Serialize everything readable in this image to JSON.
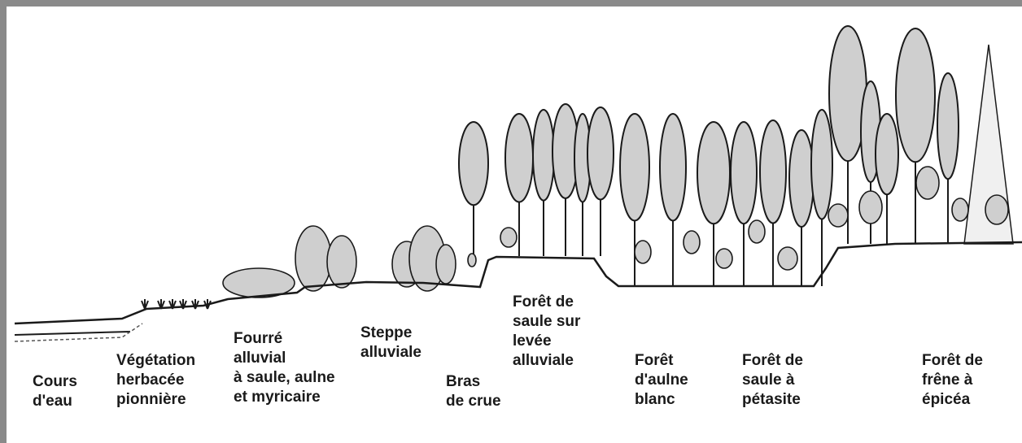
{
  "zones": [
    {
      "id": "cours-eau",
      "label": "Cours\nd'eau"
    },
    {
      "id": "vegetation-herbacee",
      "label": "Végétation\nherbacée\npionnière"
    },
    {
      "id": "fourre-alluvial",
      "label": "Fourré\nalluvial\nà saule, aulne\net myricaire"
    },
    {
      "id": "steppe-alluviale",
      "label": "Steppe\nalluviale"
    },
    {
      "id": "bras-de-crue",
      "label": "Bras\nde crue"
    },
    {
      "id": "foret-saule-levee",
      "label": "Forêt de\nsaule sur\nlevée\nalluviale"
    },
    {
      "id": "foret-aulne-blanc",
      "label": "Forêt\nd'aulne\nblanc"
    },
    {
      "id": "foret-saule-petasite",
      "label": "Forêt de\nsaule à\npétasite"
    },
    {
      "id": "foret-frene-epicea",
      "label": "Forêt de\nfrêne à\népicéa"
    }
  ],
  "colors": {
    "ink": "#1a1a1a",
    "border": "#8a8a8a",
    "shade": "#cfcfcf"
  }
}
